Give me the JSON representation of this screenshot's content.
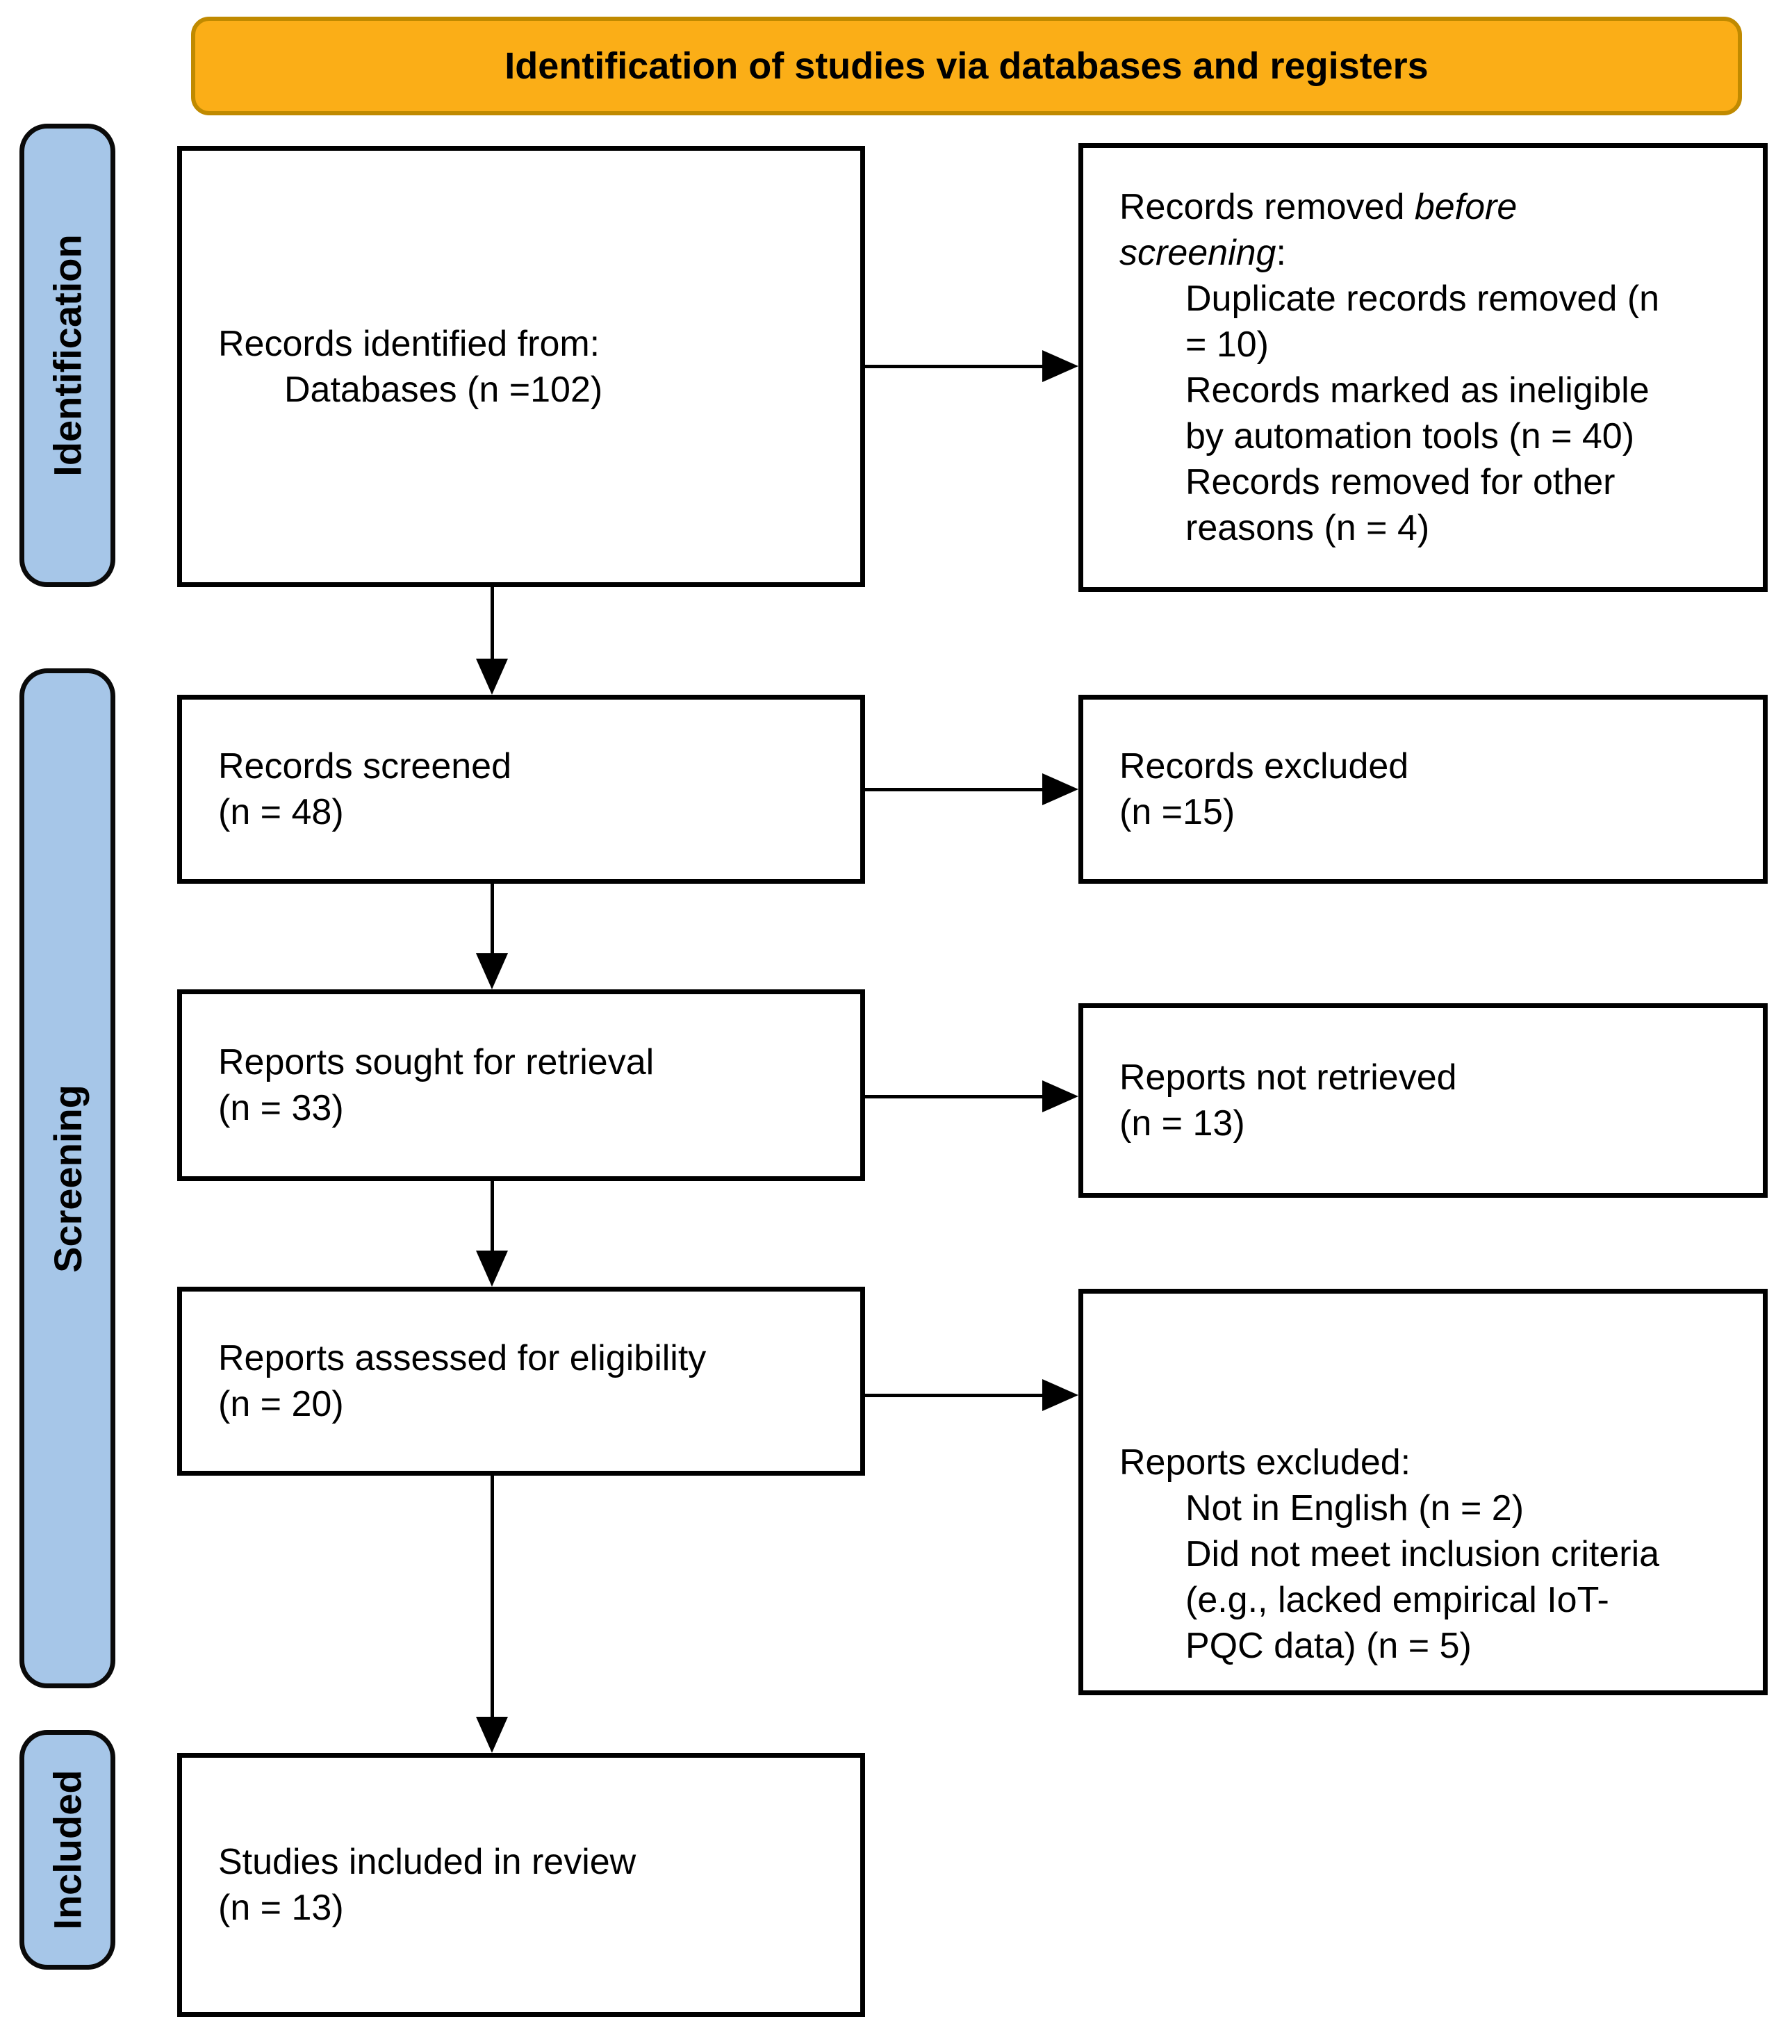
{
  "banner": {
    "label": "Identification of studies via databases and registers"
  },
  "stages": {
    "identification": "Identification",
    "screening": "Screening",
    "included": "Included"
  },
  "boxes": {
    "records_identified": {
      "line1": "Records identified from:",
      "line2": "Databases (n =102)"
    },
    "records_removed": {
      "title_seg1": "Records removed ",
      "title_seg2_italic": "before",
      "title_seg3_italic": "screening",
      "title_seg4": ":",
      "items": [
        {
          "line1": "Duplicate records removed (n",
          "line2": "= 10)"
        },
        {
          "line1": "Records marked as ineligible",
          "line2": "by automation tools (n = 40)"
        },
        {
          "line1": "Records removed for other",
          "line2": "reasons (n = 4)"
        }
      ]
    },
    "records_screened": {
      "line1": "Records screened",
      "line2": "(n = 48)"
    },
    "records_excluded": {
      "line1": "Records excluded",
      "line2": "(n =15)"
    },
    "reports_sought": {
      "line1": "Reports sought for retrieval",
      "line2": "(n = 33)"
    },
    "reports_not_retrieved": {
      "line1": "Reports not retrieved",
      "line2": "(n = 13)"
    },
    "reports_assessed": {
      "line1": "Reports assessed for eligibility",
      "line2": "(n = 20)"
    },
    "reports_excluded": {
      "title": "Reports excluded:",
      "items": [
        {
          "line1": "Not in English (n = 2)"
        },
        {
          "line1": "Did not meet inclusion criteria",
          "line2": "(e.g., lacked empirical IoT-",
          "line3": "PQC data) (n = 5)"
        }
      ]
    },
    "studies_included": {
      "line1": "Studies included in review",
      "line2": "(n = 13)"
    }
  },
  "colors": {
    "background": "#FFFFFF",
    "banner_fill": "#FBAE17",
    "banner_border": "#C08A00",
    "stage_fill": "#A6C6E8",
    "box_border": "#000000",
    "arrow": "#000000",
    "text": "#000000"
  }
}
